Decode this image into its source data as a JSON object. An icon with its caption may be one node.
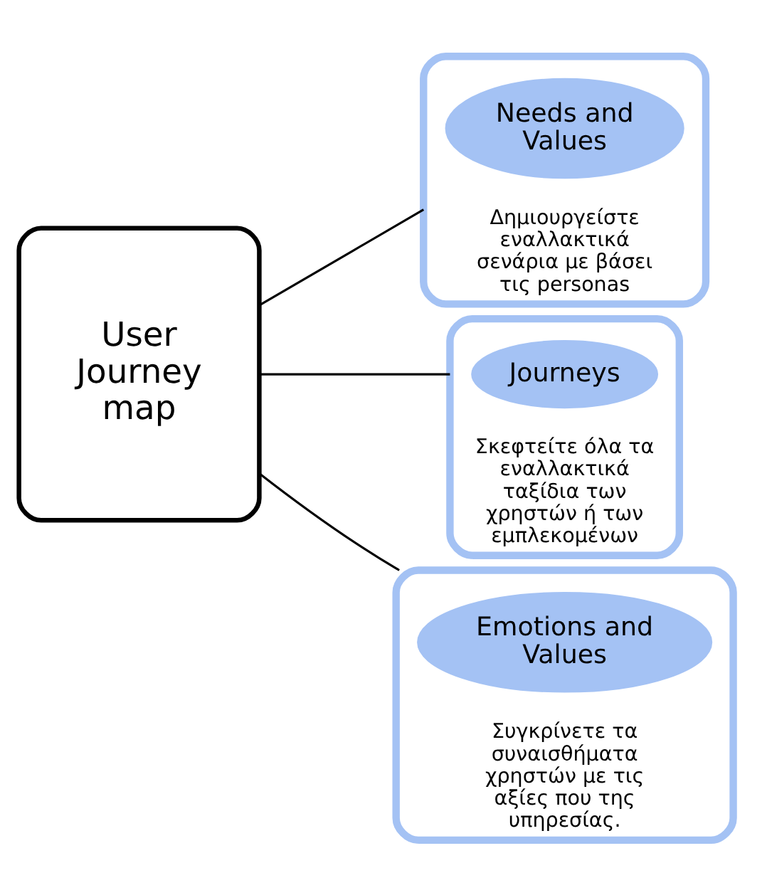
{
  "diagram": {
    "nodes": [
      {
        "text": [
          "User Journey map"
        ]
      },
      {
        "text": [
          "Δημιουργείστε εναλλακτικά σενάρια με βάσει τις personas"
        ]
      },
      {
        "text": [
          "Needs and Values"
        ],
        "in": 1
      },
      {
        "text": [
          "Σκεφτείτε όλα τα εναλλακτικά ταξίδια των χρηστών ή των εμπλεκομένων"
        ]
      },
      {
        "text": [
          "Journeys"
        ],
        "in": 3
      },
      {
        "text": [
          "Συγκρίνετε τα συναισθήματα χρηστών με τις αξίες που της υπηρεσίας."
        ]
      },
      {
        "text": [
          "Emotions and Values"
        ],
        "in": 5
      }
    ],
    "edges": [
      {
        "from": 0,
        "to": 1,
        "arrow": "none"
      },
      {
        "from": 0,
        "to": 3,
        "arrow": "none"
      },
      {
        "from": 0,
        "to": 5,
        "arrow": "none"
      }
    ]
  }
}
